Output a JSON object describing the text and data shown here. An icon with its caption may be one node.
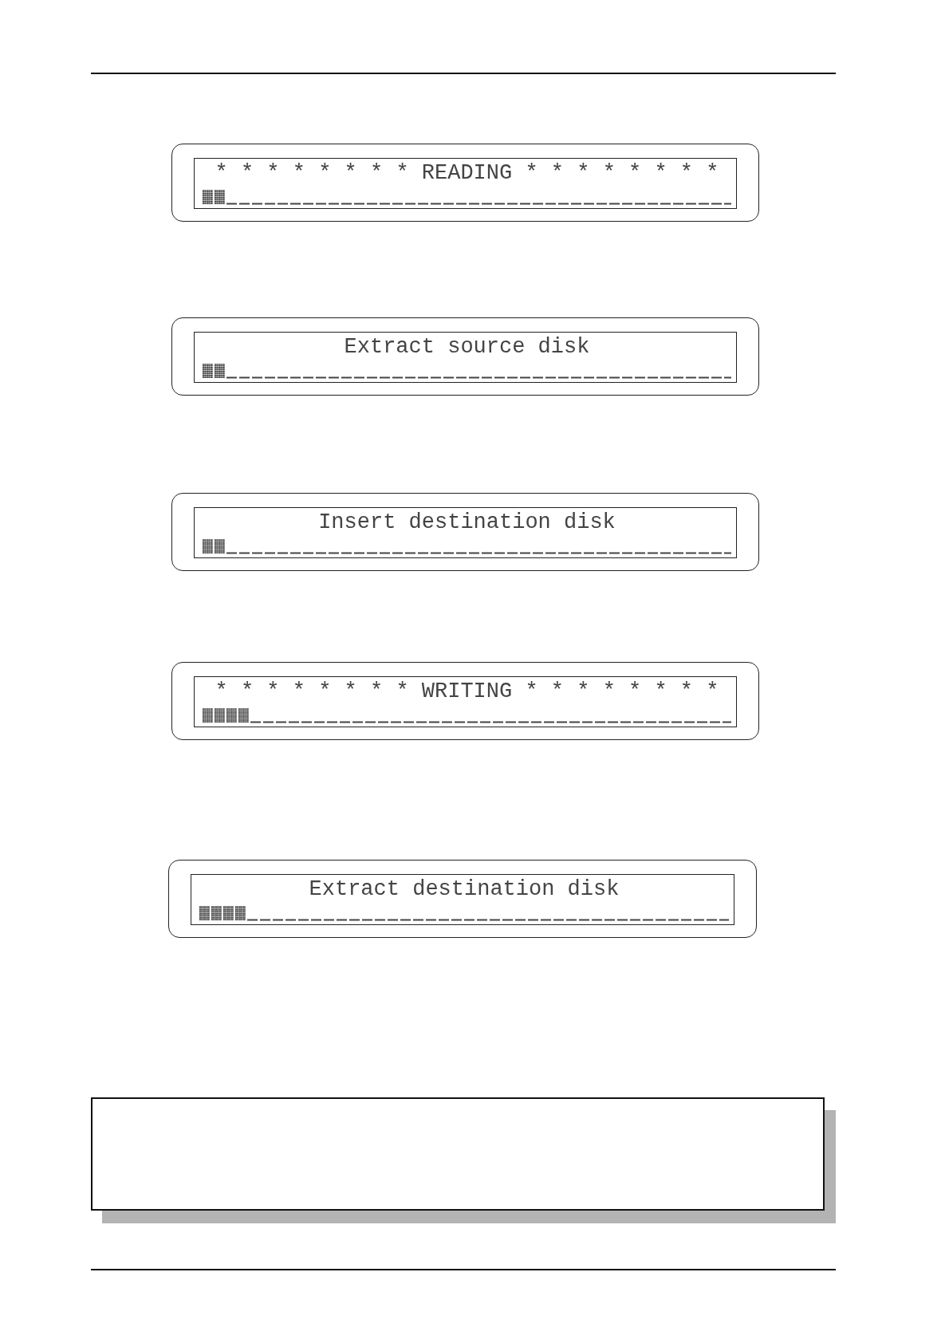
{
  "diagram": {
    "nodes": [
      {
        "text": [
          "* * * * * * * * READING * * * * * * * *"
        ]
      },
      {
        "text": [
          "Extract source disk"
        ]
      },
      {
        "text": [
          "Insert destination disk"
        ]
      },
      {
        "text": [
          "* * * * * * * * WRITING * * * * * * * *"
        ]
      },
      {
        "text": [
          "Extract destination disk"
        ]
      },
      {
        "text": [],
        "shape": "box"
      }
    ]
  }
}
